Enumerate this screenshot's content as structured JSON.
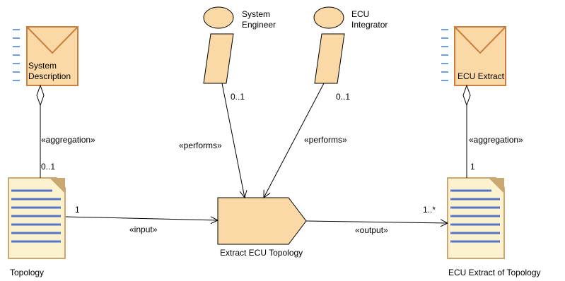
{
  "nodes": {
    "system_description": {
      "line1": "System",
      "line2": "Description",
      "kind": "envelope-artifact"
    },
    "ecu_extract": {
      "label": "ECU Extract",
      "kind": "envelope-artifact"
    },
    "system_engineer": {
      "line1": "System",
      "line2": "Engineer",
      "kind": "role"
    },
    "ecu_integrator": {
      "line1": "ECU",
      "line2": "Integrator",
      "kind": "role"
    },
    "topology": {
      "label": "Topology",
      "kind": "document"
    },
    "extract_task": {
      "label": "Extract ECU Topology",
      "kind": "task"
    },
    "ecu_extract_topology": {
      "label": "ECU Extract of Topology",
      "kind": "document"
    }
  },
  "edges": {
    "aggregation_left": {
      "stereotype": "«aggregation»",
      "multiplicity": "0..1"
    },
    "aggregation_right": {
      "stereotype": "«aggregation»",
      "multiplicity": "1"
    },
    "performs_engineer": {
      "stereotype": "«performs»",
      "multiplicity": "0..1"
    },
    "performs_integrator": {
      "stereotype": "«performs»",
      "multiplicity": "0..1"
    },
    "input": {
      "stereotype": "«input»",
      "multiplicity": "1"
    },
    "output": {
      "stereotype": "«output»",
      "multiplicity": "1..*"
    }
  },
  "colors": {
    "fill": "#fbd9a6",
    "envelope_stroke": "#c88040",
    "doc_fill": "#fdf2cf",
    "doc_fold": "#c9a871",
    "doc_lines": "#5576c8",
    "dash_marks": "#6f9fe0",
    "line": "#000000"
  }
}
